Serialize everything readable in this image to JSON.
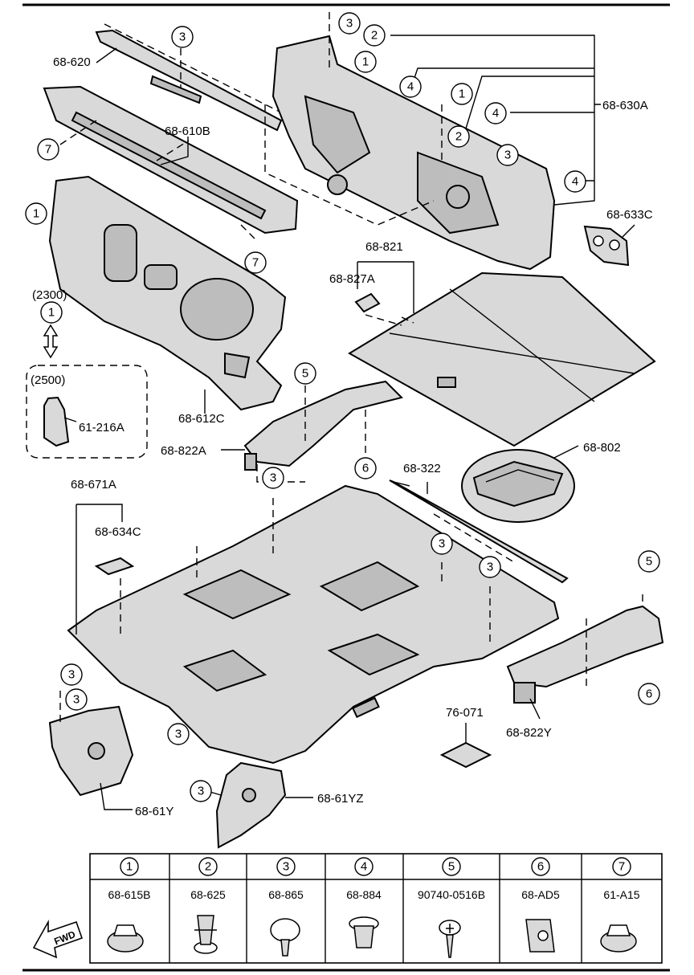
{
  "labels": {
    "dash_upper": "68-620",
    "dash_insulator": "68-610B",
    "dash_panel_lower": "68-612C",
    "dash_outer_insulator": "68-630A",
    "bracket_right": "68-633C",
    "tray_insulator": "68-821",
    "tray_pad": "68-827A",
    "spare_tire_box": "68-802",
    "tunnel_left": "68-822A",
    "strip": "68-322",
    "floor_mat": "68-671A",
    "floor_pad": "68-634C",
    "clip_part": "61-216A",
    "side_left": "68-61Y",
    "side_right": "68-61YZ",
    "tunnel_right": "68-822Y",
    "sheet": "76-071",
    "code_2300": "(2300)",
    "code_2500": "(2500)"
  },
  "fwd": "FWD",
  "callouts": [
    "1",
    "2",
    "3",
    "4",
    "5",
    "6",
    "7"
  ],
  "fastener_table": {
    "numbers": [
      "1",
      "2",
      "3",
      "4",
      "5",
      "6",
      "7"
    ],
    "parts": [
      "68-615B",
      "68-625",
      "68-865",
      "68-884",
      "90740-0516B",
      "68-AD5",
      "61-A15"
    ]
  }
}
